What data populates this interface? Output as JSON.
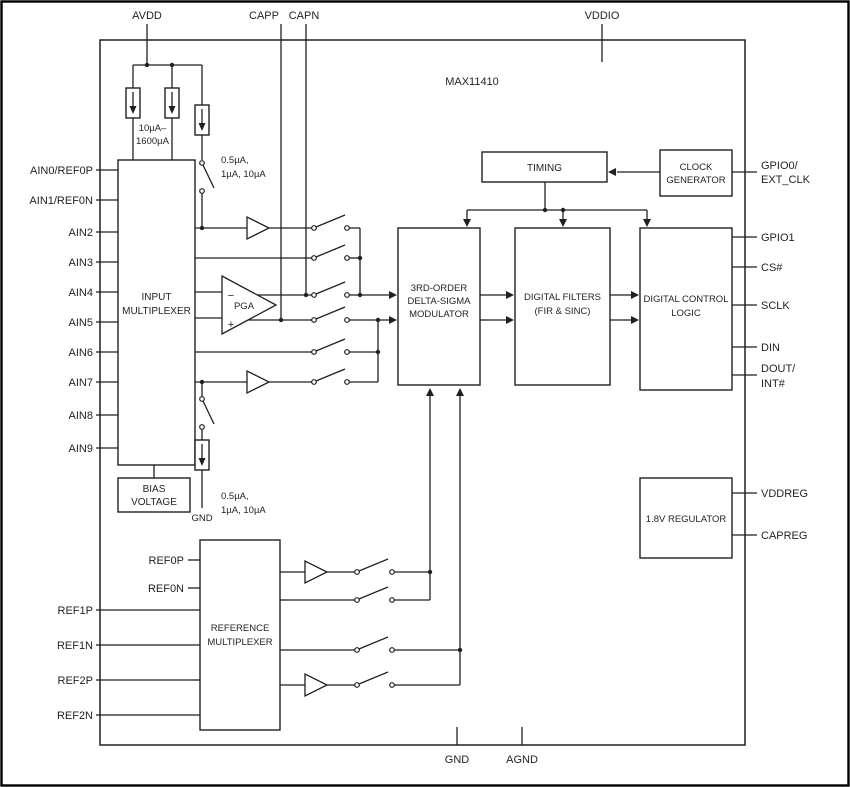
{
  "chip": {
    "title": "MAX11410"
  },
  "pins": {
    "avdd": "AVDD",
    "capp": "CAPP",
    "capn": "CAPN",
    "vddio": "VDDIO",
    "ain": [
      "AIN0/REF0P",
      "AIN1/REF0N",
      "AIN2",
      "AIN3",
      "AIN4",
      "AIN5",
      "AIN6",
      "AIN7",
      "AIN8",
      "AIN9"
    ],
    "ref_ext": [
      "REF1P",
      "REF1N",
      "REF2P",
      "REF2N"
    ],
    "ref0p": "REF0P",
    "ref0n": "REF0N",
    "gpio0_l1": "GPIO0/",
    "gpio0_l2": "EXT_CLK",
    "gpio1": "GPIO1",
    "cs": "CS#",
    "sclk": "SCLK",
    "din": "DIN",
    "dout_l1": "DOUT/",
    "dout_l2": "INT#",
    "vddreg": "VDDREG",
    "capreg": "CAPREG",
    "gnd": "GND",
    "agnd": "AGND"
  },
  "blocks": {
    "input_mux": {
      "l1": "INPUT",
      "l2": "MULTIPLEXER"
    },
    "bias": {
      "l1": "BIAS",
      "l2": "VOLTAGE"
    },
    "pga": {
      "label": "PGA",
      "minus": "−",
      "plus": "+"
    },
    "modulator": {
      "l1": "3RD-ORDER",
      "l2": "DELTA-SIGMA",
      "l3": "MODULATOR"
    },
    "filters": {
      "l1": "DIGITAL FILTERS",
      "l2": "(FIR & SINC)"
    },
    "control": {
      "l1": "DIGITAL CONTROL",
      "l2": "LOGIC"
    },
    "timing": {
      "label": "TIMING"
    },
    "clockgen": {
      "l1": "CLOCK",
      "l2": "GENERATOR"
    },
    "regulator": {
      "label": "1.8V REGULATOR"
    },
    "ref_mux": {
      "l1": "REFERENCE",
      "l2": "MULTIPLEXER"
    }
  },
  "annotations": {
    "cs_range": {
      "l1": "10µA–",
      "l2": "1600µA"
    },
    "prog_top": {
      "l1": "0.5µA,",
      "l2": "1µA, 10µA"
    },
    "prog_bottom": {
      "l1": "0.5µA,",
      "l2": "1µA, 10µA"
    },
    "gnd_internal": "GND"
  }
}
